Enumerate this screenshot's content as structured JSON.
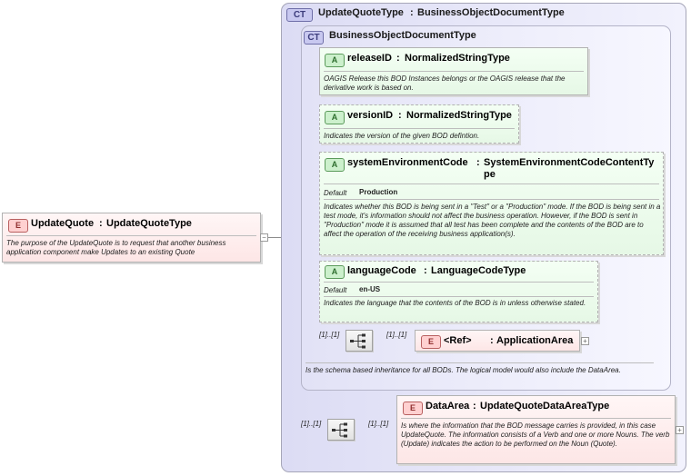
{
  "root": {
    "badge": "E",
    "name": "UpdateQuote",
    "type": "UpdateQuoteType",
    "doc": "The purpose of the UpdateQuote is to request that another business application component make Updates to an existing Quote"
  },
  "outer": {
    "badge": "CT",
    "name": "UpdateQuoteType",
    "base": "BusinessObjectDocumentType"
  },
  "inner": {
    "badge": "CT",
    "name": "BusinessObjectDocumentType",
    "doc": "Is the schema based inheritance for all BODs. The logical model would also include the DataArea."
  },
  "attributes": [
    {
      "badge": "A",
      "name": "releaseID",
      "type": "NormalizedStringType",
      "doc": "OAGIS Release this BOD Instances belongs or the OAGIS release that the derivative work is based on."
    },
    {
      "badge": "A",
      "name": "versionID",
      "type": "NormalizedStringType",
      "doc": "Indicates the version of the given BOD defintion."
    },
    {
      "badge": "A",
      "name": "systemEnvironmentCode",
      "type_line1": "SystemEnvironmentCodeContentTy",
      "type_line2": "pe",
      "default_label": "Default",
      "default_value": "Production",
      "doc": "Indicates whether this BOD is being sent in a \"Test\" or a \"Production\" mode. If the BOD is being sent in a test mode, it's information should not affect the business operation. However, if the BOD is sent in \"Production\" mode it is assumed that all test has been complete and the contents of the BOD are to affect the operation of the receiving business application(s)."
    },
    {
      "badge": "A",
      "name": "languageCode",
      "type": "LanguageCodeType",
      "default_label": "Default",
      "default_value": "en-US",
      "doc": "Indicates the language that the contents of the BOD is in unless otherwise stated."
    }
  ],
  "inner_sequence": {
    "occurs_before": "[1]..[1]",
    "occurs_after": "[1]..[1]",
    "element": {
      "badge": "E",
      "ref": "<Ref>",
      "name": "ApplicationArea"
    }
  },
  "outer_sequence": {
    "occurs_before": "[1]..[1]",
    "occurs_after": "[1]..[1]",
    "element": {
      "badge": "E",
      "name": "DataArea",
      "type": "UpdateQuoteDataAreaType",
      "doc": "Is where the information that the BOD message carries is provided, in this case UpdateQuote. The information consists of a Verb and one or more Nouns. The verb (Update) indicates the action to be performed on the Noun (Quote)."
    }
  },
  "colors": {
    "attribute": "#e6f8e6",
    "element": "#fde6e6",
    "complex_type": "#dcdcf4"
  }
}
